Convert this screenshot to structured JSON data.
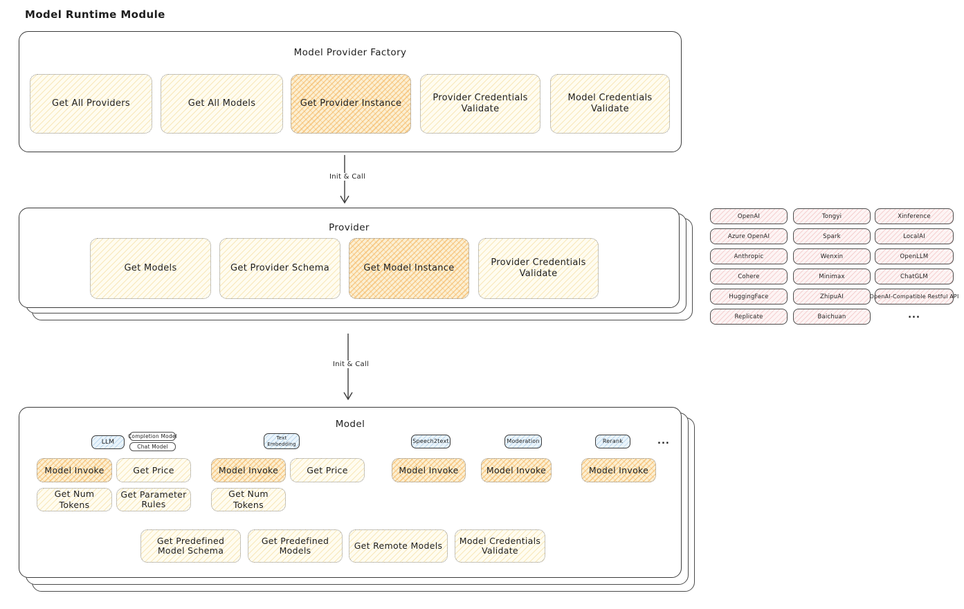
{
  "page_title": "Model Runtime Module",
  "factory": {
    "title": "Model Provider Factory",
    "buttons": [
      {
        "label": "Get All Providers",
        "highlighted": false
      },
      {
        "label": "Get All Models",
        "highlighted": false
      },
      {
        "label": "Get Provider Instance",
        "highlighted": true
      },
      {
        "label": "Provider Credentials Validate",
        "highlighted": false
      },
      {
        "label": "Model Credentials Validate",
        "highlighted": false
      }
    ]
  },
  "arrows": {
    "factory_to_provider": "Init & Call",
    "provider_to_model": "Init & Call"
  },
  "provider": {
    "title": "Provider",
    "buttons": [
      {
        "label": "Get Models",
        "highlighted": false
      },
      {
        "label": "Get Provider Schema",
        "highlighted": false
      },
      {
        "label": "Get Model Instance",
        "highlighted": true
      },
      {
        "label": "Provider Credentials Validate",
        "highlighted": false
      }
    ]
  },
  "providers_grid": {
    "items": [
      "OpenAI",
      "Tongyi",
      "Xinference",
      "Azure OpenAI",
      "Spark",
      "LocalAI",
      "Anthropic",
      "Wenxin",
      "OpenLLM",
      "Cohere",
      "Minimax",
      "ChatGLM",
      "HuggingFace",
      "ZhipuAI",
      "OpenAI-Compatible Restful API",
      "Replicate",
      "Baichuan"
    ],
    "ellipsis": "..."
  },
  "model": {
    "title": "Model",
    "type_chips": [
      "LLM",
      "Text Embedding",
      "Speech2text",
      "Moderation",
      "Rerank"
    ],
    "llm_sub_chips": [
      "Completion Model",
      "Chat Model"
    ],
    "ellipsis": "...",
    "buttons": {
      "llm": [
        "Model Invoke",
        "Get Price",
        "Get Num Tokens",
        "Get Parameter Rules"
      ],
      "text_embedding": [
        "Model Invoke",
        "Get Price",
        "Get Num Tokens"
      ],
      "speech2text": [
        "Model Invoke"
      ],
      "moderation": [
        "Model Invoke"
      ],
      "rerank": [
        "Model Invoke"
      ],
      "common": [
        "Get Predefined Model Schema",
        "Get Predefined Models",
        "Get Remote Models",
        "Model Credentials Validate"
      ]
    }
  },
  "colors": {
    "accent_yellow": "#fffcf0",
    "accent_orange": "#fcefd2",
    "accent_pink": "#fdf4f4",
    "accent_blue": "#eaf4fb",
    "stroke_dark": "#3a3a3a"
  }
}
